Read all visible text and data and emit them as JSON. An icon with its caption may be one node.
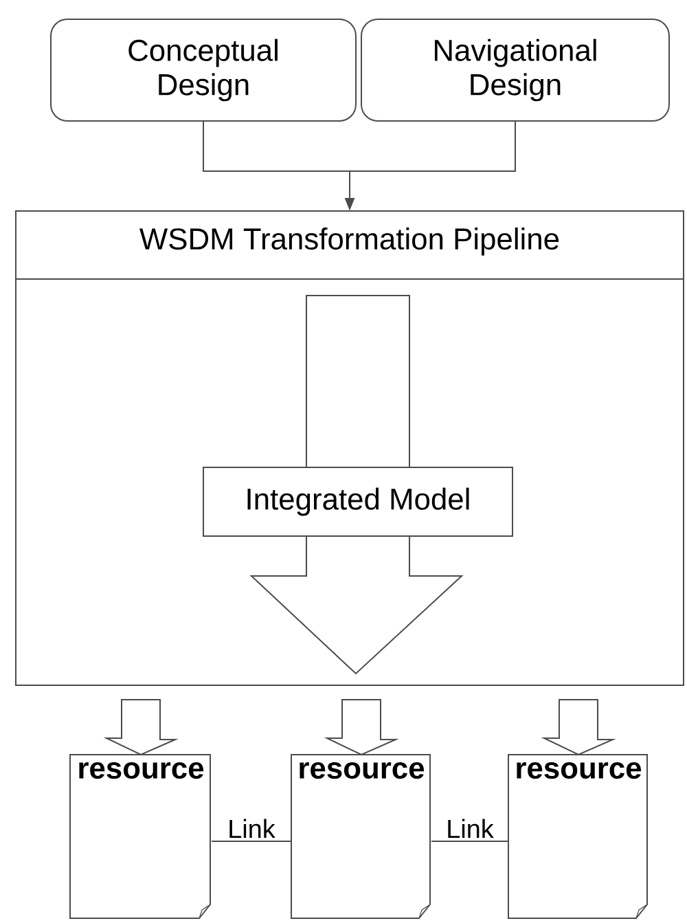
{
  "diagram": {
    "nodes": [
      {
        "text": [
          "Conceptual Design"
        ]
      },
      {
        "text": [
          "Navigational Design"
        ]
      },
      {
        "text": [
          "WSDM Transformation Pipeline"
        ]
      },
      {
        "text": [
          "Integrated Model"
        ],
        "in": 2
      },
      {
        "text": [
          "resource"
        ]
      },
      {
        "text": [
          "resource"
        ]
      },
      {
        "text": [
          "resource"
        ]
      }
    ],
    "edges": [
      {
        "from": 0,
        "to": 2,
        "arrow": "to"
      },
      {
        "from": 1,
        "to": 2,
        "arrow": "to"
      },
      {
        "from": 2,
        "to": 4,
        "arrow": "to"
      },
      {
        "from": 2,
        "to": 5,
        "arrow": "to"
      },
      {
        "from": 2,
        "to": 6,
        "arrow": "to"
      },
      {
        "from": 4,
        "to": 5,
        "arrow": "none",
        "label": "Link"
      },
      {
        "from": 5,
        "to": 6,
        "arrow": "none",
        "label": "Link"
      }
    ]
  }
}
